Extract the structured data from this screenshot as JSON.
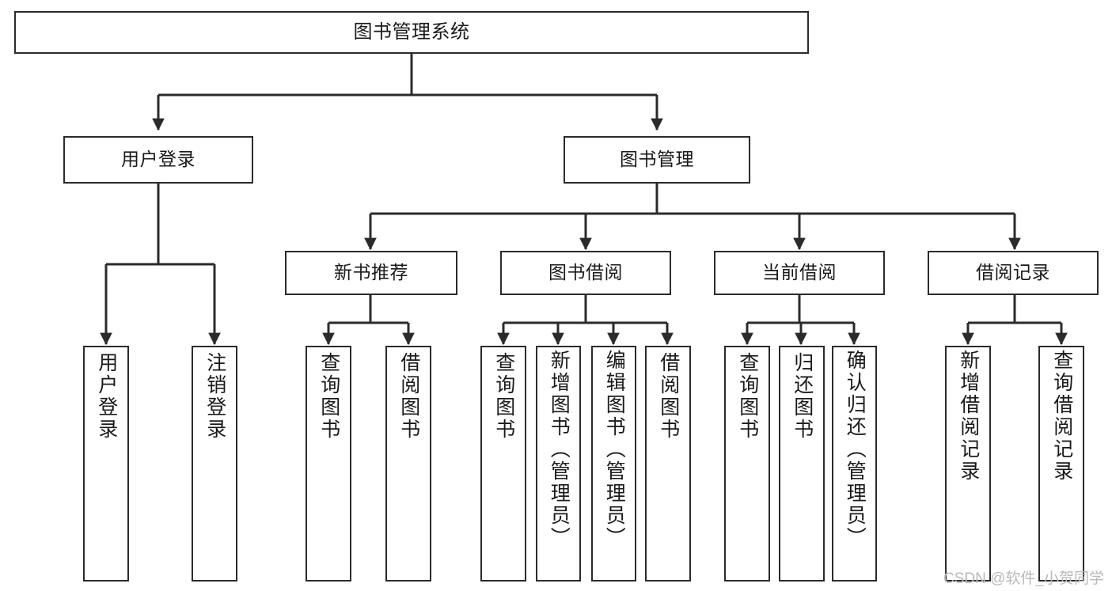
{
  "diagram": {
    "title": "图书管理系统",
    "type": "tree-hierarchy-chart",
    "watermark": "CSDN @软件_小贺同学",
    "colors": {
      "border": "#2b2b2b",
      "background": "#ffffff",
      "text": "#1a1a1a",
      "edge": "#2b2b2b",
      "watermark": "#b9b9b9"
    },
    "nodes": {
      "root": {
        "label": "图书管理系统"
      },
      "level2": [
        {
          "id": "user-login",
          "label": "用户登录"
        },
        {
          "id": "book-manage",
          "label": "图书管理"
        }
      ],
      "level3": [
        {
          "id": "new-book-recommend",
          "label": "新书推荐"
        },
        {
          "id": "book-borrow",
          "label": "图书借阅"
        },
        {
          "id": "current-borrow",
          "label": "当前借阅"
        },
        {
          "id": "borrow-record",
          "label": "借阅记录"
        }
      ],
      "leaves": {
        "user-login": [
          {
            "id": "leaf-user-login",
            "label": "用户登录"
          },
          {
            "id": "leaf-logout",
            "label": "注销登录"
          }
        ],
        "new-book-recommend": [
          {
            "id": "leaf-query-book-1",
            "label": "查询图书"
          },
          {
            "id": "leaf-borrow-book-1",
            "label": "借阅图书"
          }
        ],
        "book-borrow": [
          {
            "id": "leaf-query-book-2",
            "label": "查询图书"
          },
          {
            "id": "leaf-add-book",
            "label": "新增图书（管理员）"
          },
          {
            "id": "leaf-edit-book",
            "label": "编辑图书（管理员）"
          },
          {
            "id": "leaf-borrow-book-2",
            "label": "借阅图书"
          }
        ],
        "current-borrow": [
          {
            "id": "leaf-query-book-3",
            "label": "查询图书"
          },
          {
            "id": "leaf-return-book",
            "label": "归还图书"
          },
          {
            "id": "leaf-confirm-return",
            "label": "确认归还（管理员）"
          }
        ],
        "borrow-record": [
          {
            "id": "leaf-add-record",
            "label": "新增借阅记录"
          },
          {
            "id": "leaf-query-record",
            "label": "查询借阅记录"
          }
        ]
      }
    }
  }
}
